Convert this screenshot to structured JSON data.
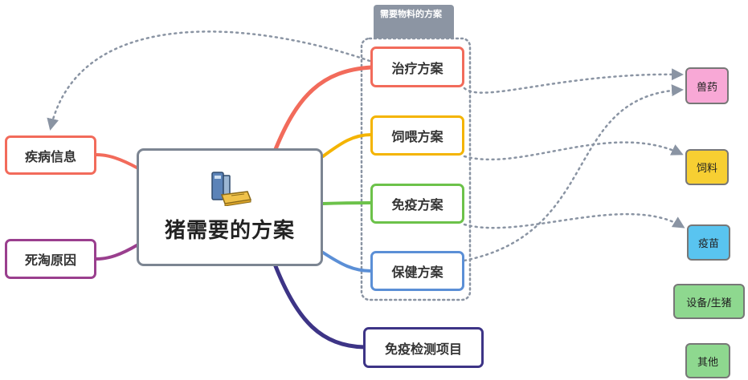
{
  "central": {
    "title": "猪需要的方案",
    "icon": "books-icon"
  },
  "boundary": {
    "label": "需要物料的方案"
  },
  "left_topics": {
    "disease_info": "疾病信息",
    "death_cause": "死淘原因"
  },
  "right_topics": {
    "treatment": "治疗方案",
    "feeding": "饲喂方案",
    "immunization": "免疫方案",
    "health_care": "保健方案",
    "immune_testing": "免疫检测项目"
  },
  "materials": {
    "vet_drugs": "兽药",
    "feed": "饲料",
    "vaccine": "疫苗",
    "equipment": "设备/生猪",
    "other": "其他"
  },
  "colors": {
    "treatment": "#f26b5b",
    "feeding": "#f4b400",
    "immunization": "#6cc24a",
    "health_care": "#5b8fd6",
    "immune_testing": "#3d3486",
    "disease_info": "#f26b5b",
    "death_cause": "#9a3f8e",
    "vet_drugs_fill": "#f8a8d6",
    "feed_fill": "#f7cf32",
    "vaccine_fill": "#59c4f0",
    "equipment_fill": "#8ed88f",
    "other_fill": "#8ed88f",
    "relation": "#8a94a3"
  }
}
